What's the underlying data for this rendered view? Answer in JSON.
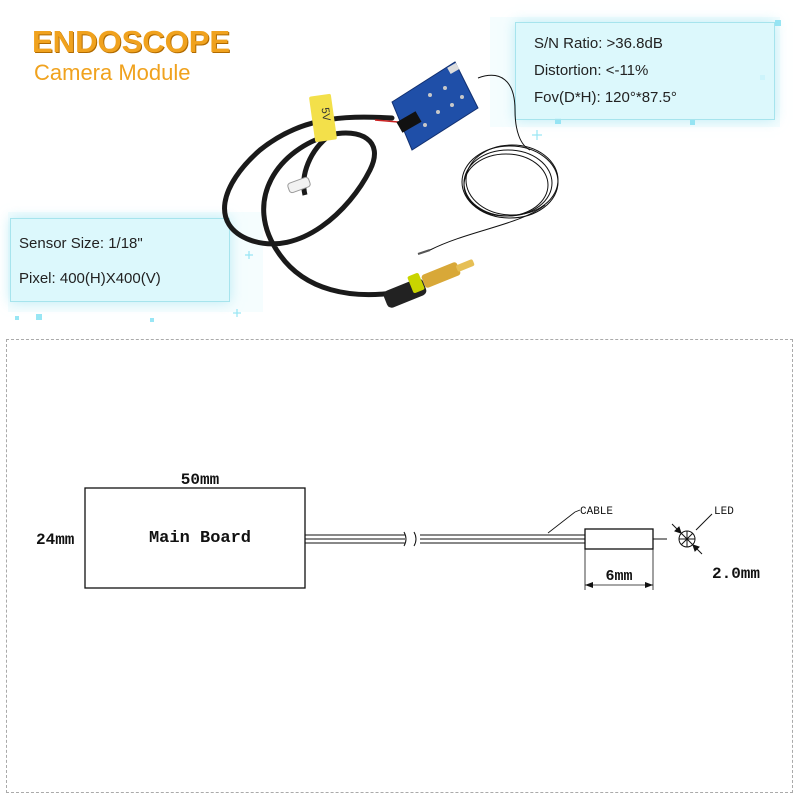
{
  "title": {
    "main": "ENDOSCOPE",
    "sub": "Camera Module"
  },
  "specs_right": {
    "sn_ratio": "S/N Ratio: >36.8dB",
    "distortion": "Distortion: <-11%",
    "fov": "Fov(D*H): 120°*87.5°"
  },
  "specs_left": {
    "sensor_size": "Sensor Size: 1/18\"",
    "pixel": "Pixel: 400(H)X400(V)"
  },
  "product_labels": {
    "tag": "5V"
  },
  "drawing": {
    "width_label": "50mm",
    "height_label": "24mm",
    "board_label": "Main Board",
    "cable_label": "CABLE",
    "led_label": "LED",
    "head_length_label": "6mm",
    "head_diameter_label": "2.0mm"
  },
  "colors": {
    "title": "#f0a21e",
    "board_pcb": "#1f4fa8",
    "spec_box": "#d7f7fc",
    "connector_yellow": "#c9d400",
    "rca_gold": "#d8a838"
  },
  "icons": {
    "pcb_board": "pcb-board-icon",
    "rca_connector": "rca-connector-icon",
    "coiled_cable": "coiled-cable-icon"
  }
}
